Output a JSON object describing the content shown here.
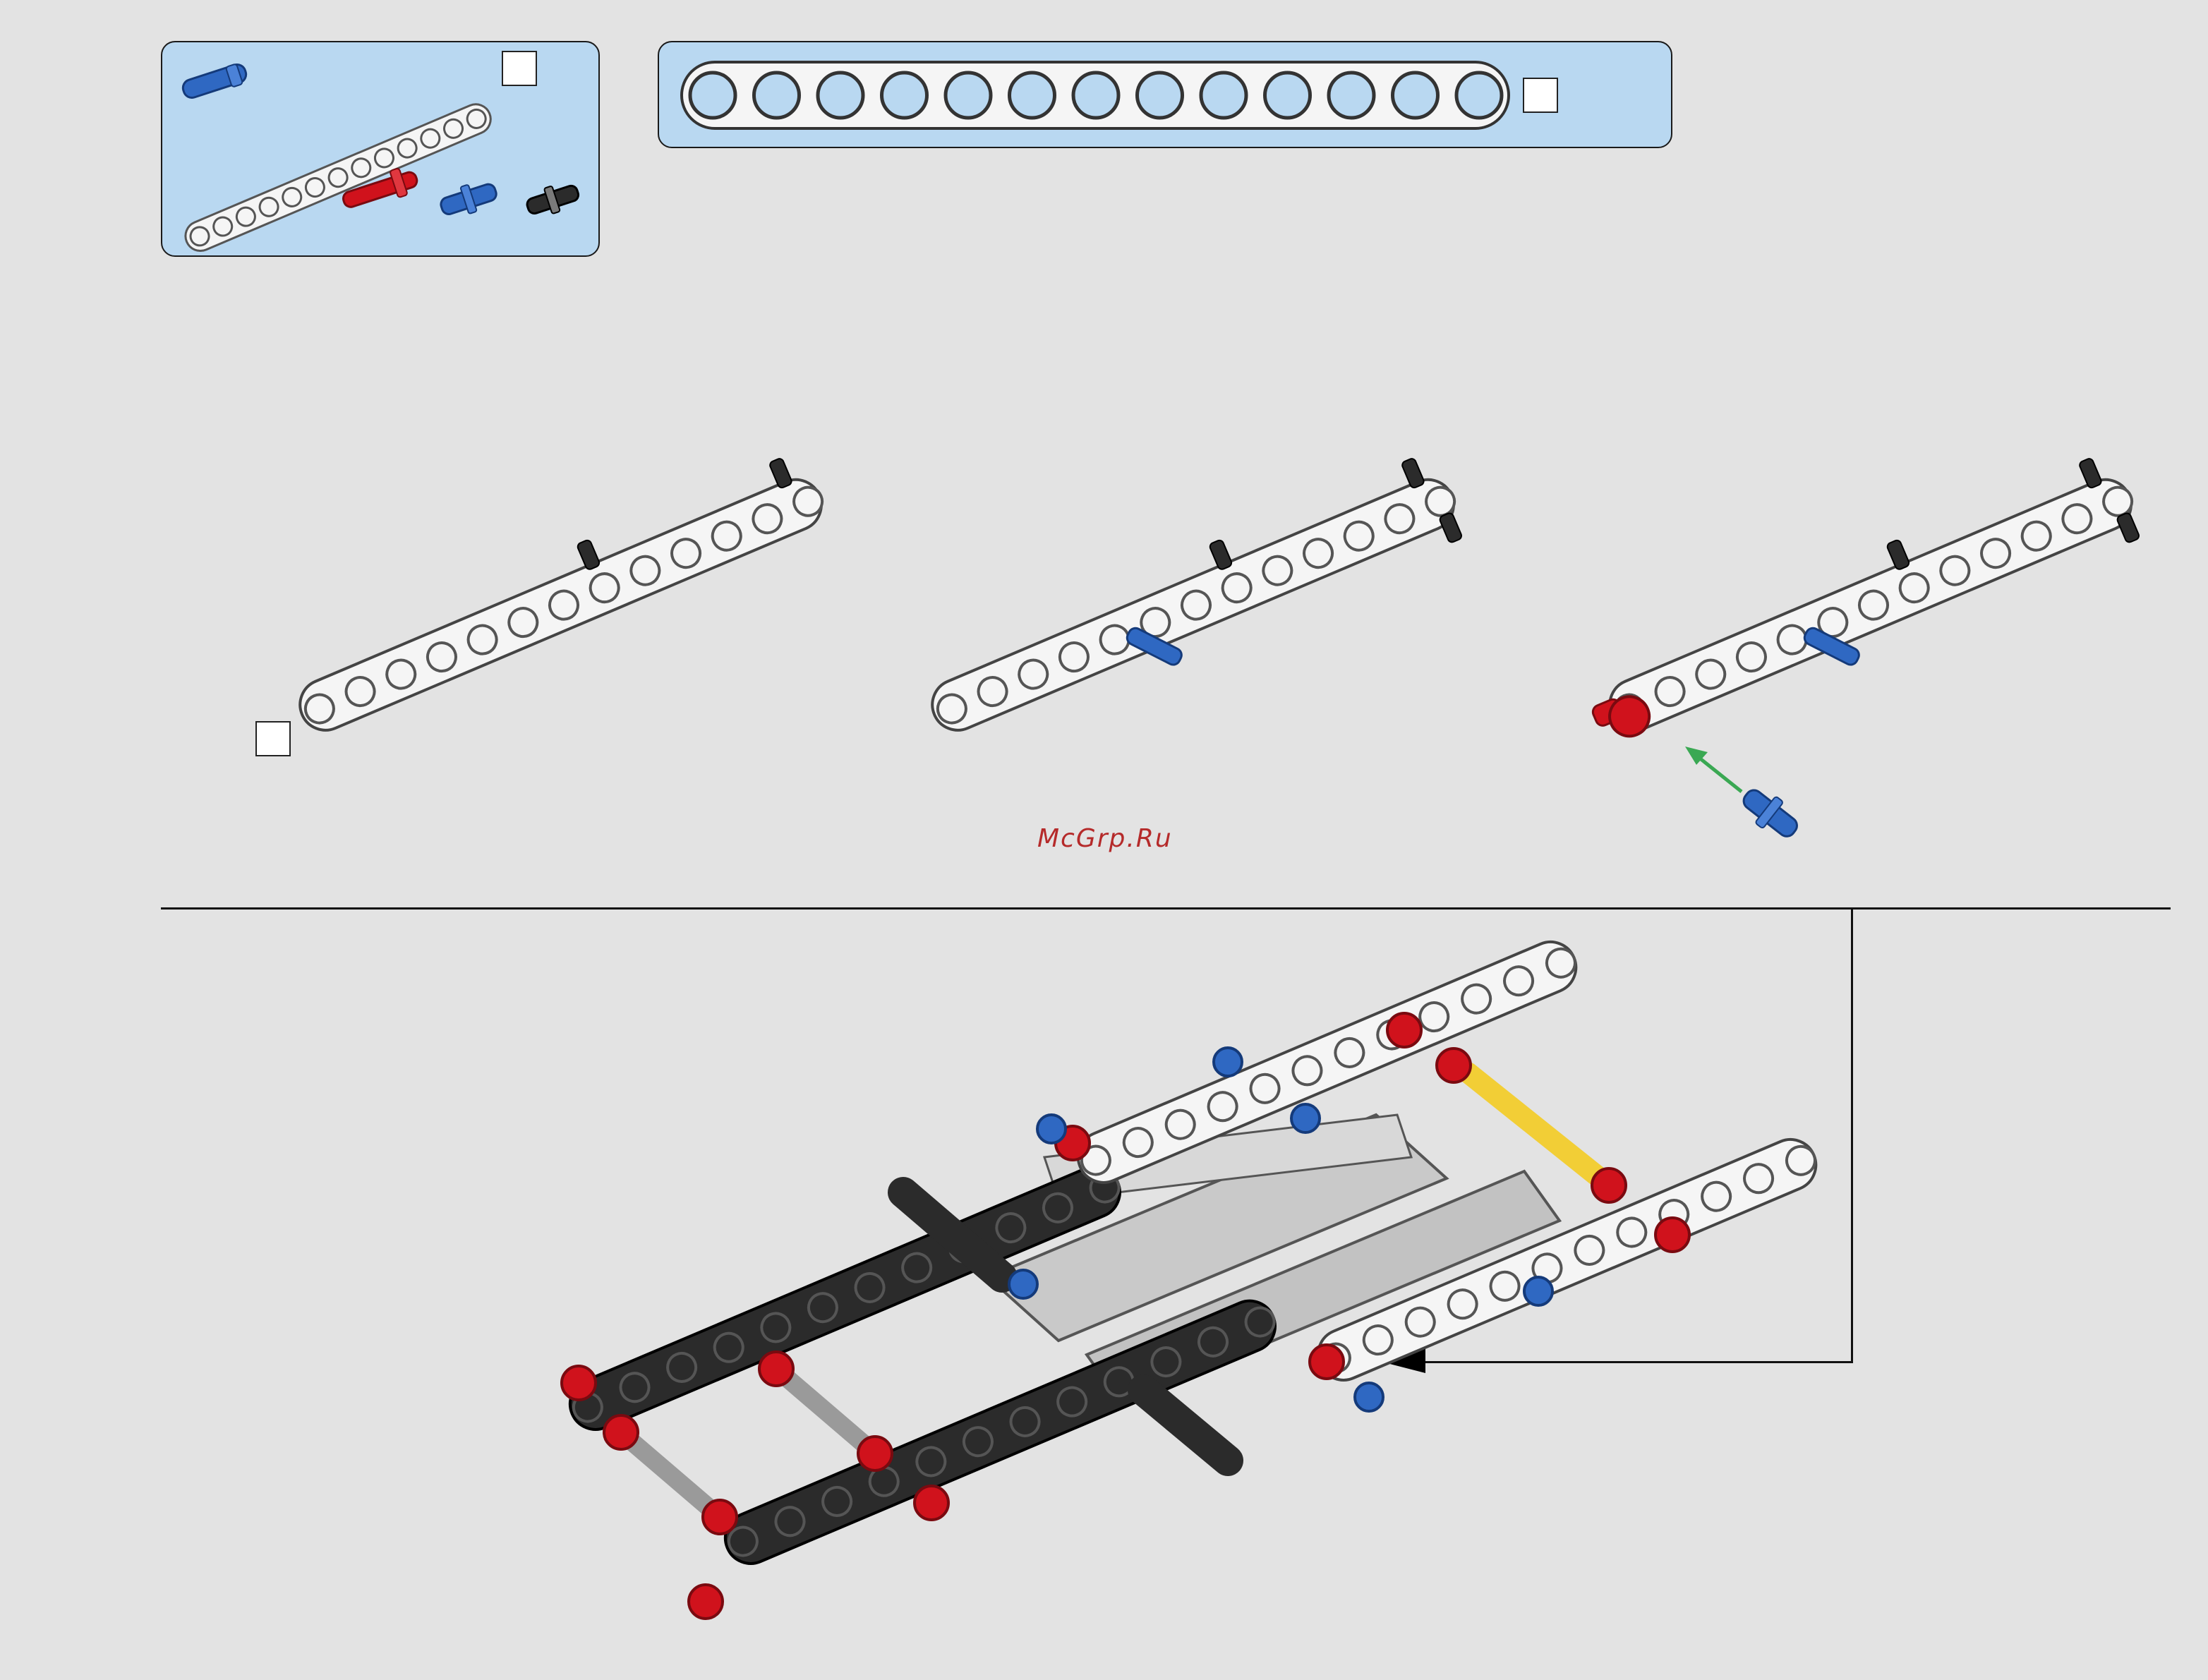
{
  "page": {
    "background_color": "#e3e3e3",
    "panel_color": "#b9d8f1"
  },
  "parts_list": {
    "items": [
      {
        "name": "blue-axle-pin-icon",
        "quantity": ""
      },
      {
        "name": "white-beam-13-icon",
        "quantity": ""
      },
      {
        "name": "red-axle-pin-icon",
        "quantity": ""
      },
      {
        "name": "blue-pin-icon",
        "quantity": ""
      },
      {
        "name": "black-pin-icon",
        "quantity": ""
      }
    ],
    "step_label": ""
  },
  "ruler": {
    "hole_count": 13,
    "length_label": ""
  },
  "sub_steps": [
    {
      "label": "",
      "part": "white-beam-with-black-pins"
    },
    {
      "label": "",
      "part": "white-beam-with-blue-pin"
    },
    {
      "label": "",
      "part": "white-beam-with-red-and-blue-pins"
    }
  ],
  "watermark": "McGrp.Ru",
  "colors": {
    "beam_white": "#f5f5f5",
    "beam_black": "#2b2b2b",
    "pin_red": "#d0121c",
    "pin_blue": "#2f68c2",
    "axle_yellow": "#f2cc2c",
    "arrow_green": "#3aa853",
    "frame_grey": "#c9c9c9"
  }
}
